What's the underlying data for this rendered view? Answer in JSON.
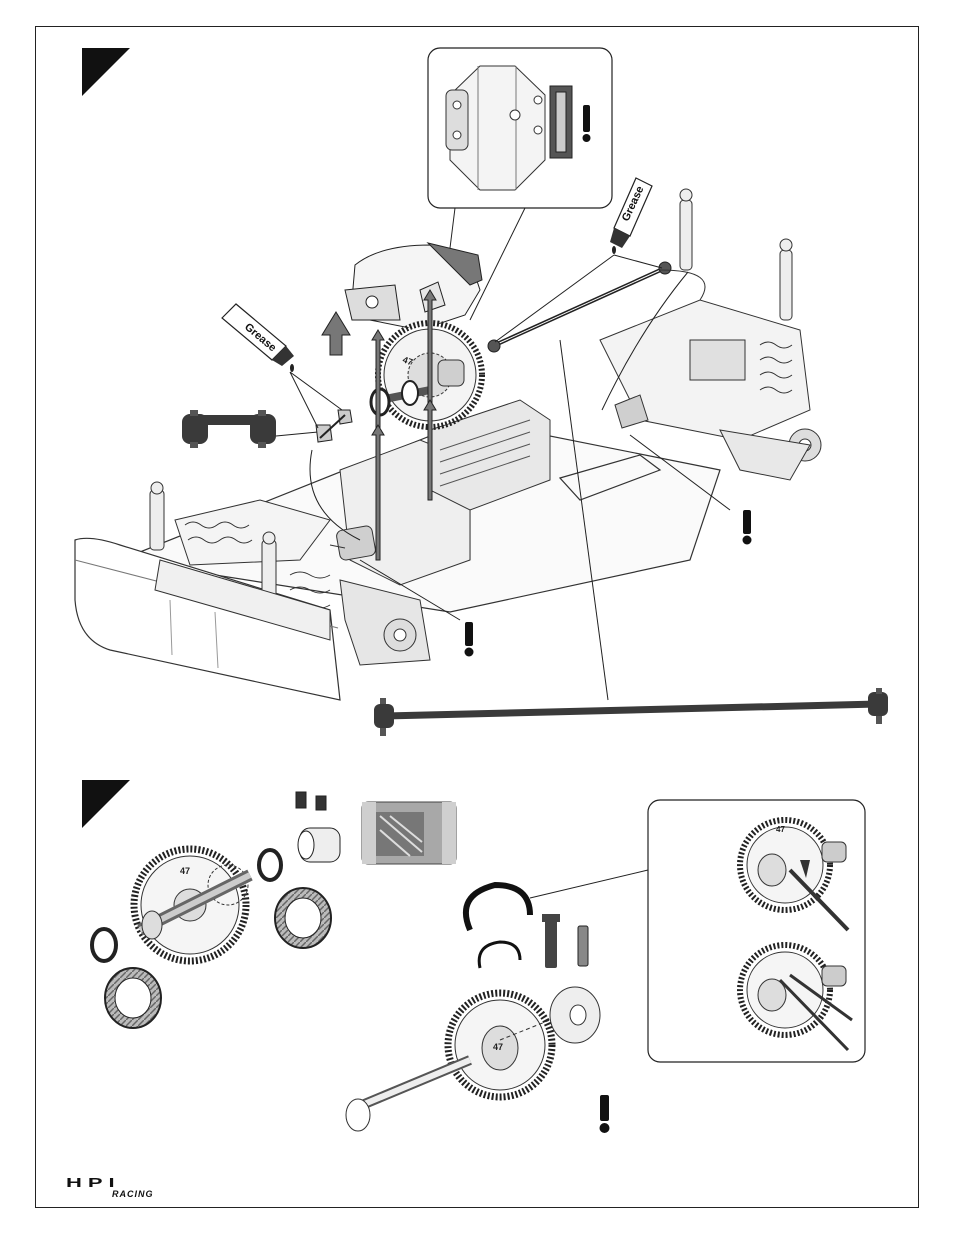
{
  "labels": {
    "grease_top": "Grease",
    "grease_left": "Grease",
    "gear_teeth_a": "47",
    "gear_teeth_b": "47",
    "gear_teeth_c": "47",
    "gear_teeth_d": "47",
    "warning": "!"
  },
  "logo": {
    "text": "HPI",
    "subtext": "RACING"
  },
  "colors": {
    "ink": "#222222",
    "part": "#3a3a3a",
    "metal": "#9a9a9a",
    "paper": "#ffffff"
  }
}
